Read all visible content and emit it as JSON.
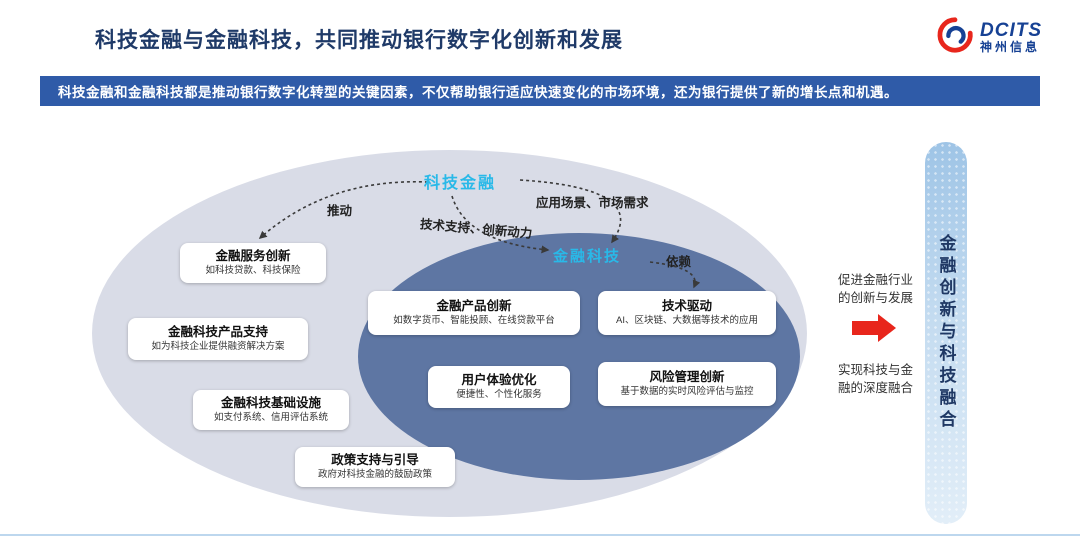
{
  "header": {
    "title": "科技金融与金融科技，共同推动银行数字化创新和发展",
    "logo": {
      "brand": "DCITS",
      "subbrand": "神州信息"
    }
  },
  "banner": {
    "text": "科技金融和金融科技都是推动银行数字化转型的关键因素，不仅帮助银行适应快速变化的市场环境，还为银行提供了新的增长点和机遇。"
  },
  "diagram": {
    "tech_finance_label": "科技金融",
    "fintech_label": "金融科技",
    "edge_labels": {
      "push": "推动",
      "application": "应用场景、市场需求",
      "support": "技术支持、创新动力",
      "depend": "依赖"
    },
    "outer_boxes": [
      {
        "title": "金融服务创新",
        "desc": "如科技贷款、科技保险"
      },
      {
        "title": "金融科技产品支持",
        "desc": "如为科技企业提供融资解决方案"
      },
      {
        "title": "金融科技基础设施",
        "desc": "如支付系统、信用评估系统"
      },
      {
        "title": "政策支持与引导",
        "desc": "政府对科技金融的鼓励政策"
      }
    ],
    "inner_boxes": [
      {
        "title": "金融产品创新",
        "desc": "如数字货币、智能投顾、在线贷款平台"
      },
      {
        "title": "技术驱动",
        "desc": "AI、区块链、大数据等技术的应用"
      },
      {
        "title": "用户体验优化",
        "desc": "便捷性、个性化服务"
      },
      {
        "title": "风险管理创新",
        "desc": "基于数据的实时风险评估与监控"
      }
    ]
  },
  "right_panel": {
    "note_top": "促进金融行业的创新与发展",
    "note_bottom": "实现科技与金融的深度融合",
    "vertical_banner": "金融创新与科技融合"
  },
  "colors": {
    "title_blue": "#1F3A68",
    "banner_blue": "#2F5BA8",
    "accent_cyan": "#29B9E8",
    "inner_ellipse": "#5E76A3",
    "outer_ellipse": "#D9DCE7",
    "arrow_red": "#E8261C"
  }
}
